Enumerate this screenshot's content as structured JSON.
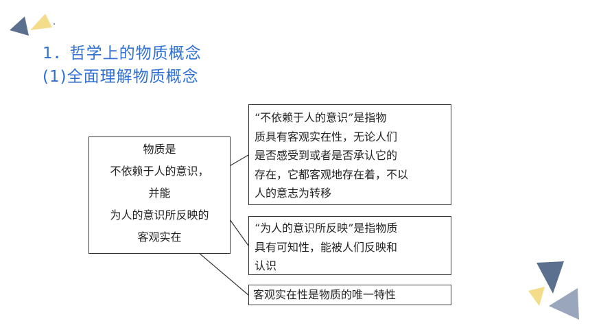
{
  "headings": {
    "h1": "1．哲学上的物质概念",
    "h2": "(1)全面理解物质概念"
  },
  "definition_box": {
    "lines": [
      "物质是",
      "不依赖于人的意识，",
      "并能",
      "为人的意识所反映的",
      "客观实在"
    ]
  },
  "explanation_boxes": [
    {
      "lines": [
        "“不依赖于人的意识”是指物",
        "质具有客观实在性，无论人们",
        "是否感受到或者是否承认它的",
        "存在，它都客观地存在着，不以",
        "人的意志为转移"
      ]
    },
    {
      "lines": [
        "“为人的意识所反映”是指物质",
        "具有可知性，能被人们反映和",
        "认识"
      ]
    },
    {
      "lines": [
        "客观实在性是物质的唯一特性"
      ]
    }
  ],
  "colors": {
    "heading": "#2f6fd6",
    "triangle_navy": "#5b6f8f",
    "triangle_yellow": "#f3dc8a",
    "triangle_gray": "#9aa6bb"
  }
}
